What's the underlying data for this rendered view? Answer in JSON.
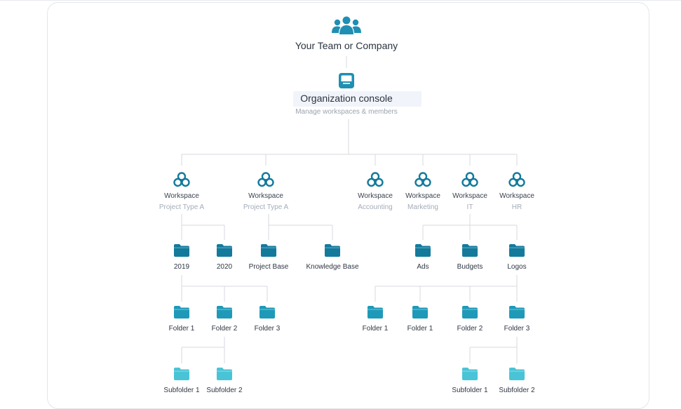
{
  "root": {
    "title": "Your Team or Company",
    "icon": "team-icon",
    "color": "#1f8fb3"
  },
  "console": {
    "title": "Organization console",
    "subtitle": "Manage workspaces & members",
    "icon": "console-icon"
  },
  "workspaces": [
    {
      "label": "Workspace",
      "sub": "Project Type A"
    },
    {
      "label": "Workspace",
      "sub": "Project Type A"
    },
    {
      "label": "Workspace",
      "sub": "Accounting"
    },
    {
      "label": "Workspace",
      "sub": "Marketing"
    },
    {
      "label": "Workspace",
      "sub": "IT"
    },
    {
      "label": "Workspace",
      "sub": "HR"
    }
  ],
  "folders_l1": [
    "2019",
    "2020",
    "Project Base",
    "Knowledge Base",
    "Ads",
    "Budgets",
    "Logos"
  ],
  "folders_l2": [
    "Folder 1",
    "Folder 2",
    "Folder 3",
    "Folder 1",
    "Folder 1",
    "Folder 2",
    "Folder 3"
  ],
  "folders_l3": [
    "Subfolder 1",
    "Subfolder 2",
    "Subfolder 1",
    "Subfolder 2"
  ],
  "colors": {
    "accent": "#1f8fb3",
    "folder_dark": "#137a9c",
    "folder_mid": "#1e9ab8",
    "folder_light": "#49c4d6",
    "connector": "#d5d9df"
  }
}
